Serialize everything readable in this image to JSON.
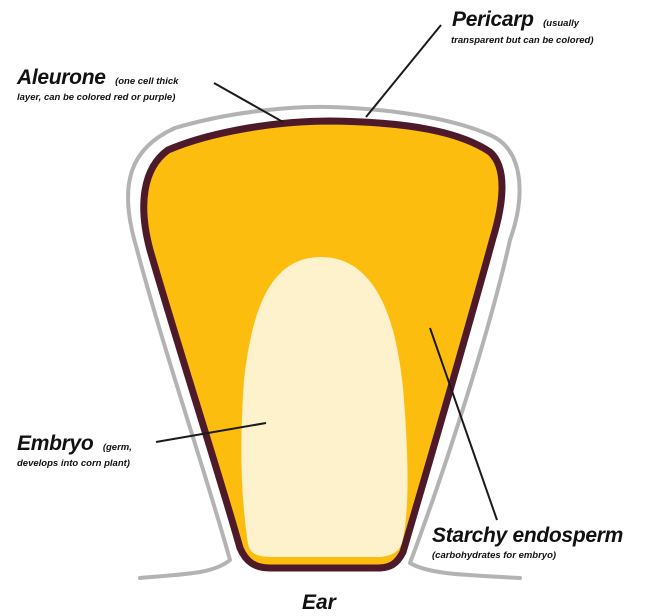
{
  "labels": {
    "pericarp": {
      "title": "Pericarp",
      "note_line1": "(usually",
      "note_line2": "transparent but can be colored)"
    },
    "aleurone": {
      "title": "Aleurone",
      "note_line1": "(one cell thick",
      "note_line2": "layer, can be colored red or purple)"
    },
    "embryo": {
      "title": "Embryo",
      "note_line1": "(germ,",
      "note_line2": "develops into corn plant)"
    },
    "endosperm": {
      "title": "Starchy endosperm",
      "note": "(carbohydrates for embryo)"
    },
    "ear": "Ear"
  },
  "colors": {
    "pericarp": "#b3b3b3",
    "aleurone": "#4e1a2a",
    "endosperm": "#fdbd0f",
    "embryo": "#fef2cd",
    "leader_line": "#1a1a1a",
    "text": "#111111"
  }
}
